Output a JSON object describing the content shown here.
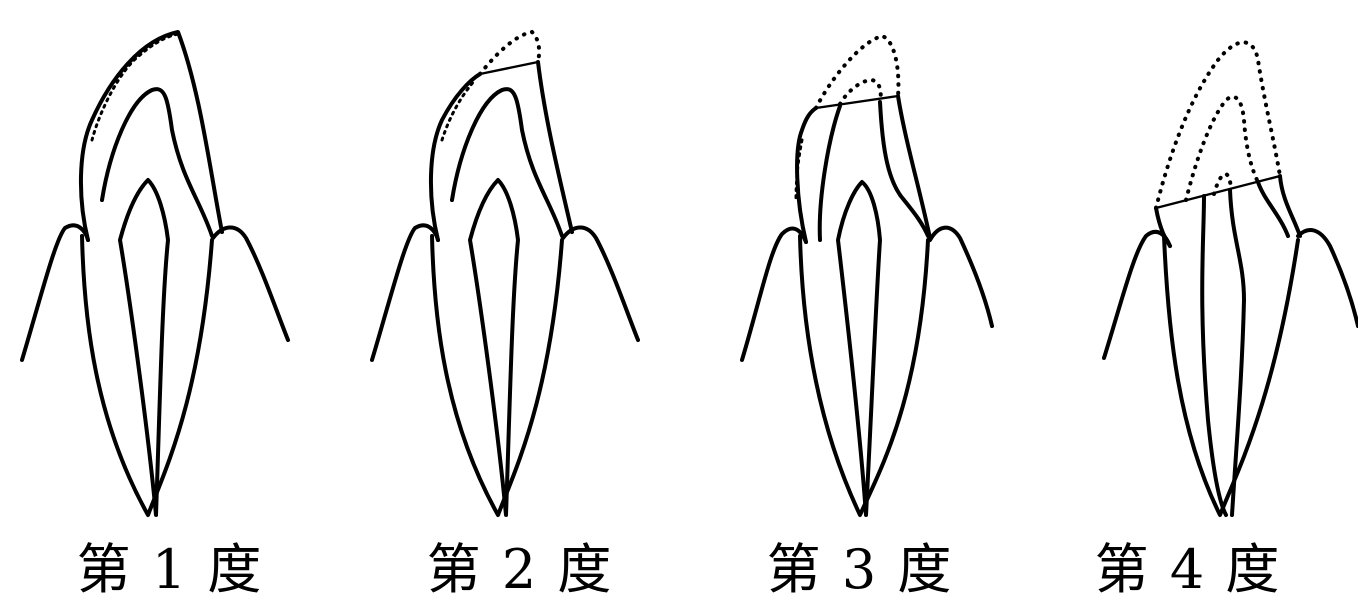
{
  "labels": {
    "fig1": "第 1 度",
    "fig2": "第 2 度",
    "fig3": "第 3 度",
    "fig4": "第 4 度"
  }
}
